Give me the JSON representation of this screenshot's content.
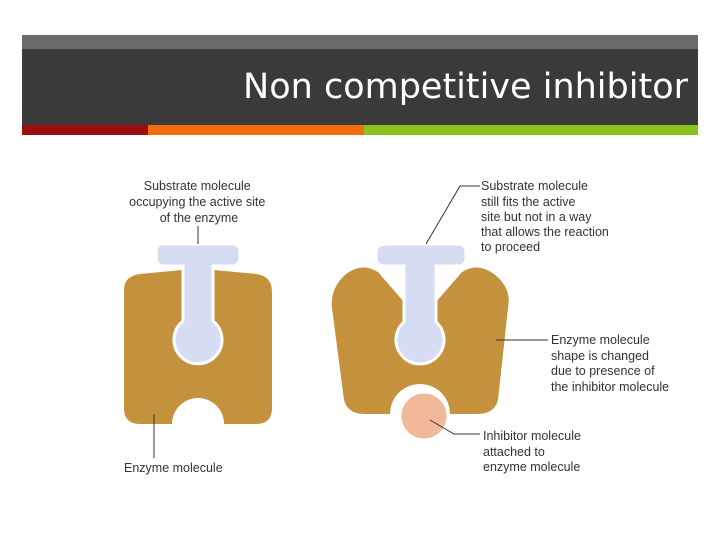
{
  "slide": {
    "title": "Non competitive inhibitor"
  },
  "colors": {
    "top_strip": "#6b6b6b",
    "title_bg": "#3a3a3a",
    "accent_red": "#9b0f0f",
    "accent_orange": "#f26b0f",
    "accent_green": "#8cc21d",
    "enzyme": "#c4923c",
    "substrate": "#d6dcf2",
    "inhibitor": "#f2b89a"
  },
  "diagram": {
    "left": {
      "substrate_label": [
        "Substrate molecule",
        "occupying the active site",
        "of the enzyme"
      ],
      "enzyme_label": "Enzyme molecule"
    },
    "right": {
      "substrate_label": [
        "Substrate molecule",
        "still fits the active",
        "site but not in a way",
        "that allows the reaction",
        "to proceed"
      ],
      "shape_label": [
        "Enzyme molecule",
        "shape is changed",
        "due to presence of",
        "the inhibitor molecule"
      ],
      "inhibitor_label": [
        "Inhibitor molecule",
        "attached to",
        "enzyme molecule"
      ]
    }
  }
}
